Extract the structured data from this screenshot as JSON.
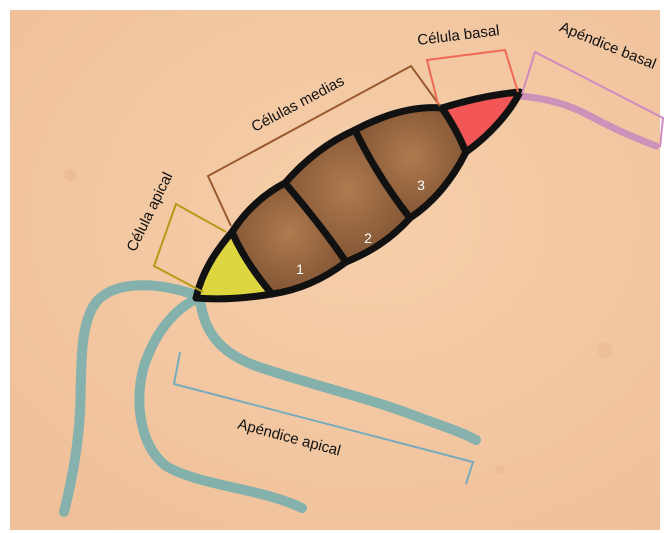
{
  "labels": {
    "apical_cell": "Célula apical",
    "median_cells": "Células medias",
    "basal_cell": "Célula basal",
    "basal_appendage": "Apéndice basal",
    "apical_appendage": "Apéndice apical"
  },
  "cell_numbers": [
    "1",
    "2",
    "3"
  ],
  "colors": {
    "background": "#f3c8a1",
    "apical_cell": "#ddd63e",
    "basal_cell": "#f25656",
    "median_cells": "#9a6a45",
    "apical_appendage": "#7fb0ad",
    "basal_appendage": "#c98cbb",
    "bracket_apical": "#b59a1a",
    "bracket_median": "#9a5a2e",
    "bracket_basal": "#f06a55",
    "bracket_basal_appendage": "#d08ac0",
    "bracket_apical_appendage": "#77aabd",
    "outline": "#111111"
  }
}
